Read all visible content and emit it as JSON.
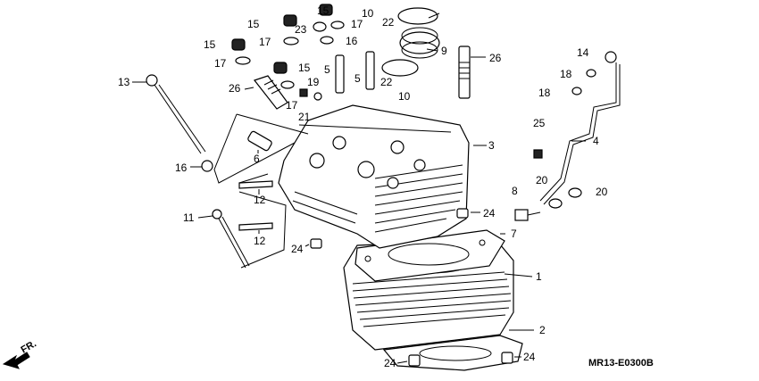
{
  "figure_code": "MR13-E0300B",
  "direction_label": "FR.",
  "callouts": {
    "c1": "1",
    "c2": "2",
    "c3": "3",
    "c4": "4",
    "c5a": "5",
    "c5b": "5",
    "c6": "6",
    "c7": "7",
    "c8": "8",
    "c9": "9",
    "c10a": "10",
    "c10b": "10",
    "c11": "11",
    "c12a": "12",
    "c12b": "12",
    "c13": "13",
    "c14": "14",
    "c15a": "15",
    "c15b": "15",
    "c15c": "15",
    "c15d": "15",
    "c16a": "16",
    "c16b": "16",
    "c17a": "17",
    "c17b": "17",
    "c17c": "17",
    "c17d": "17",
    "c18a": "18",
    "c18b": "18",
    "c19": "19",
    "c20a": "20",
    "c20b": "20",
    "c21": "21",
    "c22a": "22",
    "c22b": "22",
    "c23": "23",
    "c24a": "24",
    "c24b": "24",
    "c24c": "24",
    "c24d": "24",
    "c25": "25",
    "c26a": "26",
    "c26b": "26"
  }
}
